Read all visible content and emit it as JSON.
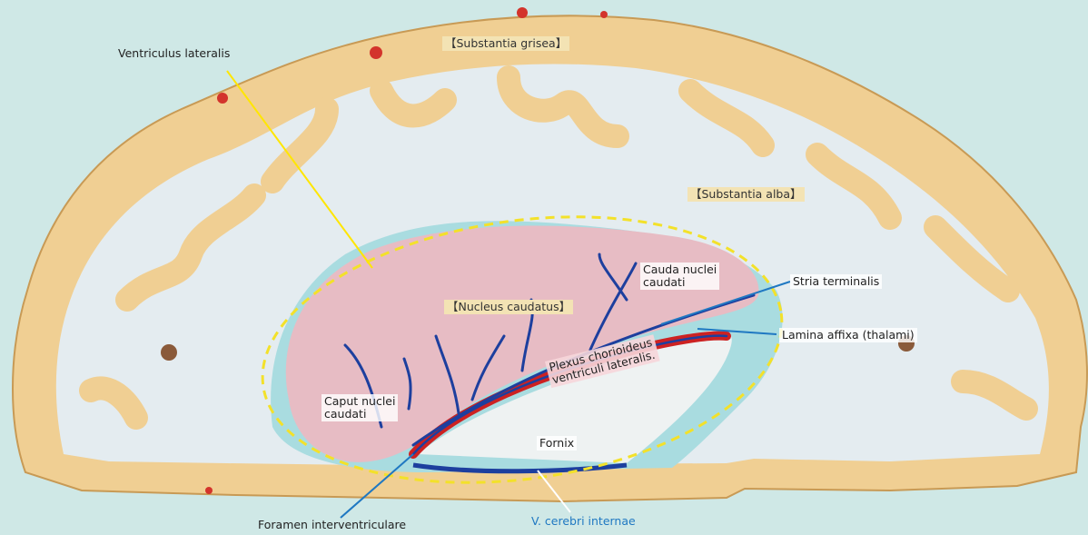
{
  "labels": {
    "ventriculus_lateralis": "Ventriculus lateralis",
    "substantia_grisea": "【Substantia grisea】",
    "substantia_alba": "【Substantia alba】",
    "nucleus_caudatus": "【Nucleus  caudatus】",
    "cauda_nuclei_caudati_1": "Cauda nuclei",
    "cauda_nuclei_caudati_2": "caudati",
    "stria_terminalis": "Stria terminalis",
    "lamina_affixa": "Lamina affixa (thalami)",
    "plexus_1": "Plexus chorioideus",
    "plexus_2": "ventriculi lateralis.",
    "caput_nuclei_caudati_1": "Caput nuclei",
    "caput_nuclei_caudati_2": "caudati",
    "fornix": "Fornix",
    "foramen_interventriculare": "Foramen interventriculare",
    "v_cerebri_internae": "V. cerebri internae"
  },
  "colors": {
    "background": "#cfe8e6",
    "cortex": "#f0cf93",
    "white_matter": "#e4ecf0",
    "nucleus": "#e7bcc4",
    "ventricle": "#a9dce0",
    "leader_yellow": "#ffe600",
    "leader_blue": "#1f78c2",
    "vessel_blue": "#1d3f9e",
    "plexus_red": "#cc2222",
    "outline_dashed": "#f3e12a",
    "label_blue_text": "#1f78c2"
  }
}
